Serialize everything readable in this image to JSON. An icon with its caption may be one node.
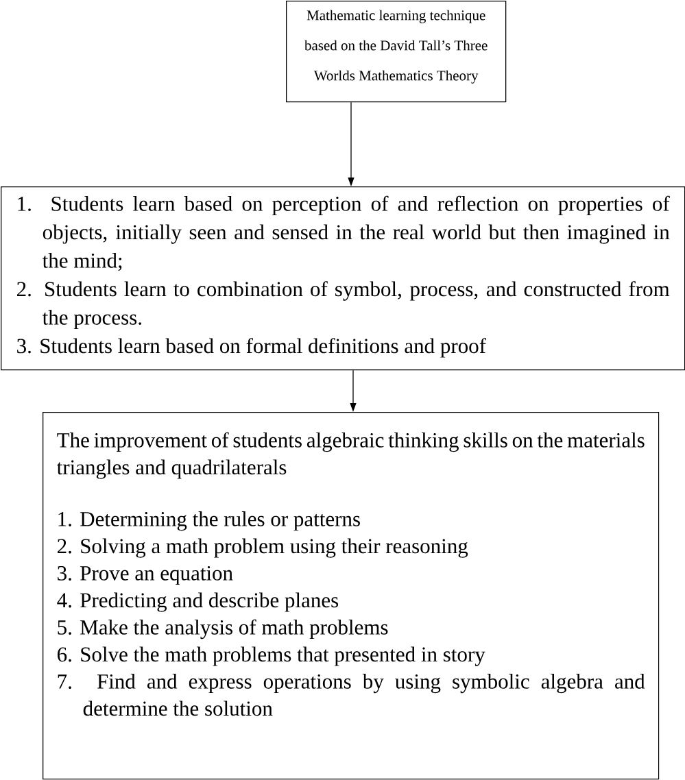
{
  "diagram": {
    "nodes": [
      {
        "text": [
          "Mathematic learning technique based on the David Tall’s Three Worlds Mathematics Theory"
        ]
      },
      {
        "text": [
          "1. Students learn based on perception of and reflection on properties of objects, initially seen and sensed in the real world but then imagined in the mind;",
          "2. Students learn to combination of symbol, process, and constructed from the process.",
          "3. Students learn based on formal definitions and proof"
        ]
      },
      {
        "text": [
          "The improvement of students algebraic thinking skills on the materials triangles and quadrilaterals",
          "1. Determining the rules or patterns",
          "2. Solving a math problem using their reasoning",
          "3. Prove an equation",
          "4. Predicting and describe planes",
          "5. Make the analysis of math problems",
          "6. Solve the math problems that presented in story",
          "7. Find and express operations by using symbolic algebra and determine the solution"
        ]
      }
    ],
    "edges": [
      {
        "from": 0,
        "to": 1,
        "arrow": "to"
      },
      {
        "from": 1,
        "to": 2,
        "arrow": "to"
      }
    ]
  }
}
